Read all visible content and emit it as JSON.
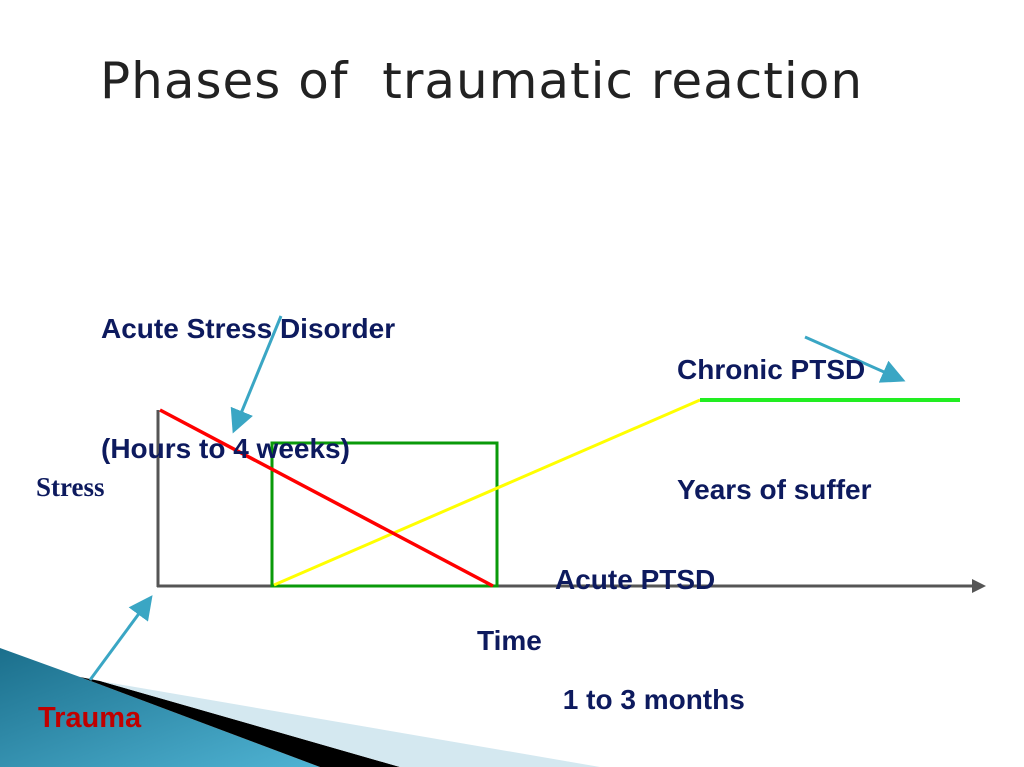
{
  "title": "Phases of  traumatic reaction",
  "labels": {
    "asd_line1": "Acute Stress Disorder",
    "asd_line2": "(Hours to 4 weeks)",
    "chronic_line1": "Chronic PTSD",
    "chronic_line2": "Years of suffer",
    "acute_line1": "Acute PTSD",
    "acute_line2": " 1 to 3 months",
    "y_axis": "Stress",
    "x_axis": "Time",
    "trauma": "Trauma"
  },
  "colors": {
    "asd": "#ff0000",
    "acute_box": "#0a9a0a",
    "rising": "#ffff00",
    "chronic": "#22ee22",
    "arrows": "#3aa6c4",
    "axes": "#555555"
  }
}
